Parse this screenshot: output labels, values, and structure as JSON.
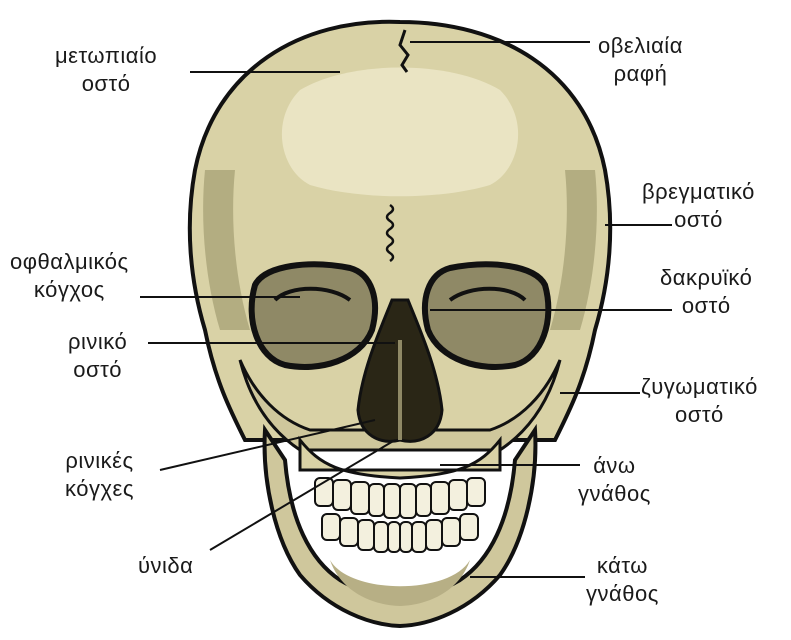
{
  "labels": {
    "frontal": {
      "line1": "μετωπιαίο",
      "line2": "οστό"
    },
    "sagittal": {
      "line1": "οβελιαία",
      "line2": "ραφή"
    },
    "parietal": {
      "line1": "βρεγματικό",
      "line2": "οστό"
    },
    "orbit": {
      "line1": "οφθαλμικός",
      "line2": "κόγχος"
    },
    "lacrimal": {
      "line1": "δακρυϊκό",
      "line2": "οστό"
    },
    "nasal": {
      "line1": "ρινικό",
      "line2": "οστό"
    },
    "zygomatic": {
      "line1": "ζυγωματικό",
      "line2": "οστό"
    },
    "conchae": {
      "line1": "ρινικές",
      "line2": "κόγχες"
    },
    "maxilla": {
      "line1": "άνω",
      "line2": "γνάθος"
    },
    "vomer": {
      "line1": "ύνιδα"
    },
    "mandible": {
      "line1": "κάτω",
      "line2": "γνάθος"
    }
  },
  "colors": {
    "bone": "#d9d2a6",
    "bone_light": "#ece7c8",
    "bone_shadow": "#a39c72",
    "outline": "#111111",
    "leader": "#111111"
  }
}
